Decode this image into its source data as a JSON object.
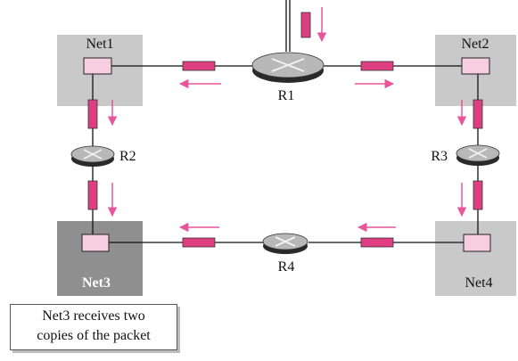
{
  "diagram": {
    "networks": [
      {
        "id": "net1",
        "label": "Net1",
        "emphasized": false
      },
      {
        "id": "net2",
        "label": "Net2",
        "emphasized": false
      },
      {
        "id": "net3",
        "label": "Net3",
        "emphasized": true
      },
      {
        "id": "net4",
        "label": "Net4",
        "emphasized": false
      }
    ],
    "routers": [
      {
        "id": "r1",
        "label": "R1"
      },
      {
        "id": "r2",
        "label": "R2"
      },
      {
        "id": "r3",
        "label": "R3"
      },
      {
        "id": "r4",
        "label": "R4"
      }
    ],
    "callout": {
      "line1": "Net3 receives two",
      "line2": "copies of the packet"
    },
    "colors": {
      "packet": "#de3f83",
      "arrow": "#e8559a",
      "network_box": "#c9c9c9",
      "network_box_dark": "#8f8f8f",
      "host": "#f7cde0",
      "router_top": "#b8b8b8",
      "router_bottom": "#2a2a2a"
    }
  }
}
